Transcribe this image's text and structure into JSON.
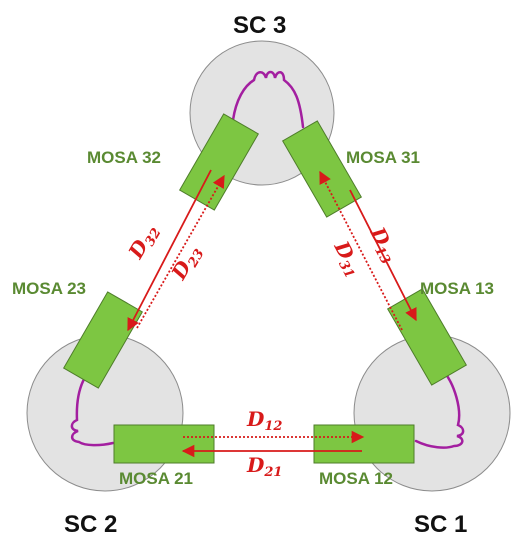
{
  "spacecraft": {
    "sc1": "SC 1",
    "sc2": "SC 2",
    "sc3": "SC 3"
  },
  "mosa": {
    "m12": "MOSA 12",
    "m13": "MOSA 13",
    "m21": "MOSA 21",
    "m23": "MOSA 23",
    "m31": "MOSA 31",
    "m32": "MOSA 32"
  },
  "links": {
    "d12": {
      "main": "D",
      "sub": "12"
    },
    "d21": {
      "main": "D",
      "sub": "21"
    },
    "d13": {
      "main": "D",
      "sub": "13"
    },
    "d31": {
      "main": "D",
      "sub": "31"
    },
    "d23": {
      "main": "D",
      "sub": "23"
    },
    "d32": {
      "main": "D",
      "sub": "32"
    }
  },
  "colors": {
    "spacecraft_fill": "#e3e3e3",
    "spacecraft_stroke": "#8c8c8c",
    "mosa_fill": "#7dc642",
    "mosa_stroke": "#4e7d2a",
    "mosa_text": "#5a8a32",
    "fiber": "#a31fa0",
    "beam": "#d81a1a"
  }
}
